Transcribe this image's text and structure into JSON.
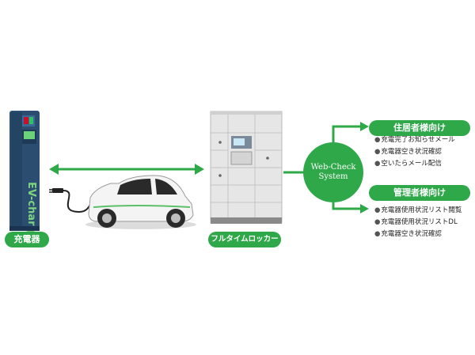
{
  "charger": {
    "label": "充電器"
  },
  "locker": {
    "label": "フルタイムロッカー"
  },
  "webcheck": {
    "line1": "Web-Check",
    "line2": "System"
  },
  "resident": {
    "title": "住居者様向け",
    "items": [
      "充電完了お知らせメール",
      "充電器空き状況確認",
      "空いたらメール配信"
    ]
  },
  "admin": {
    "title": "管理者様向け",
    "items": [
      "充電器使用状況リスト閲覧",
      "充電器使用状況リストDL",
      "充電器空き状況確認"
    ]
  },
  "colors": {
    "accent": "#2fa84a",
    "charger_body": "#2b4e70",
    "locker_body": "#e6e6e6"
  }
}
